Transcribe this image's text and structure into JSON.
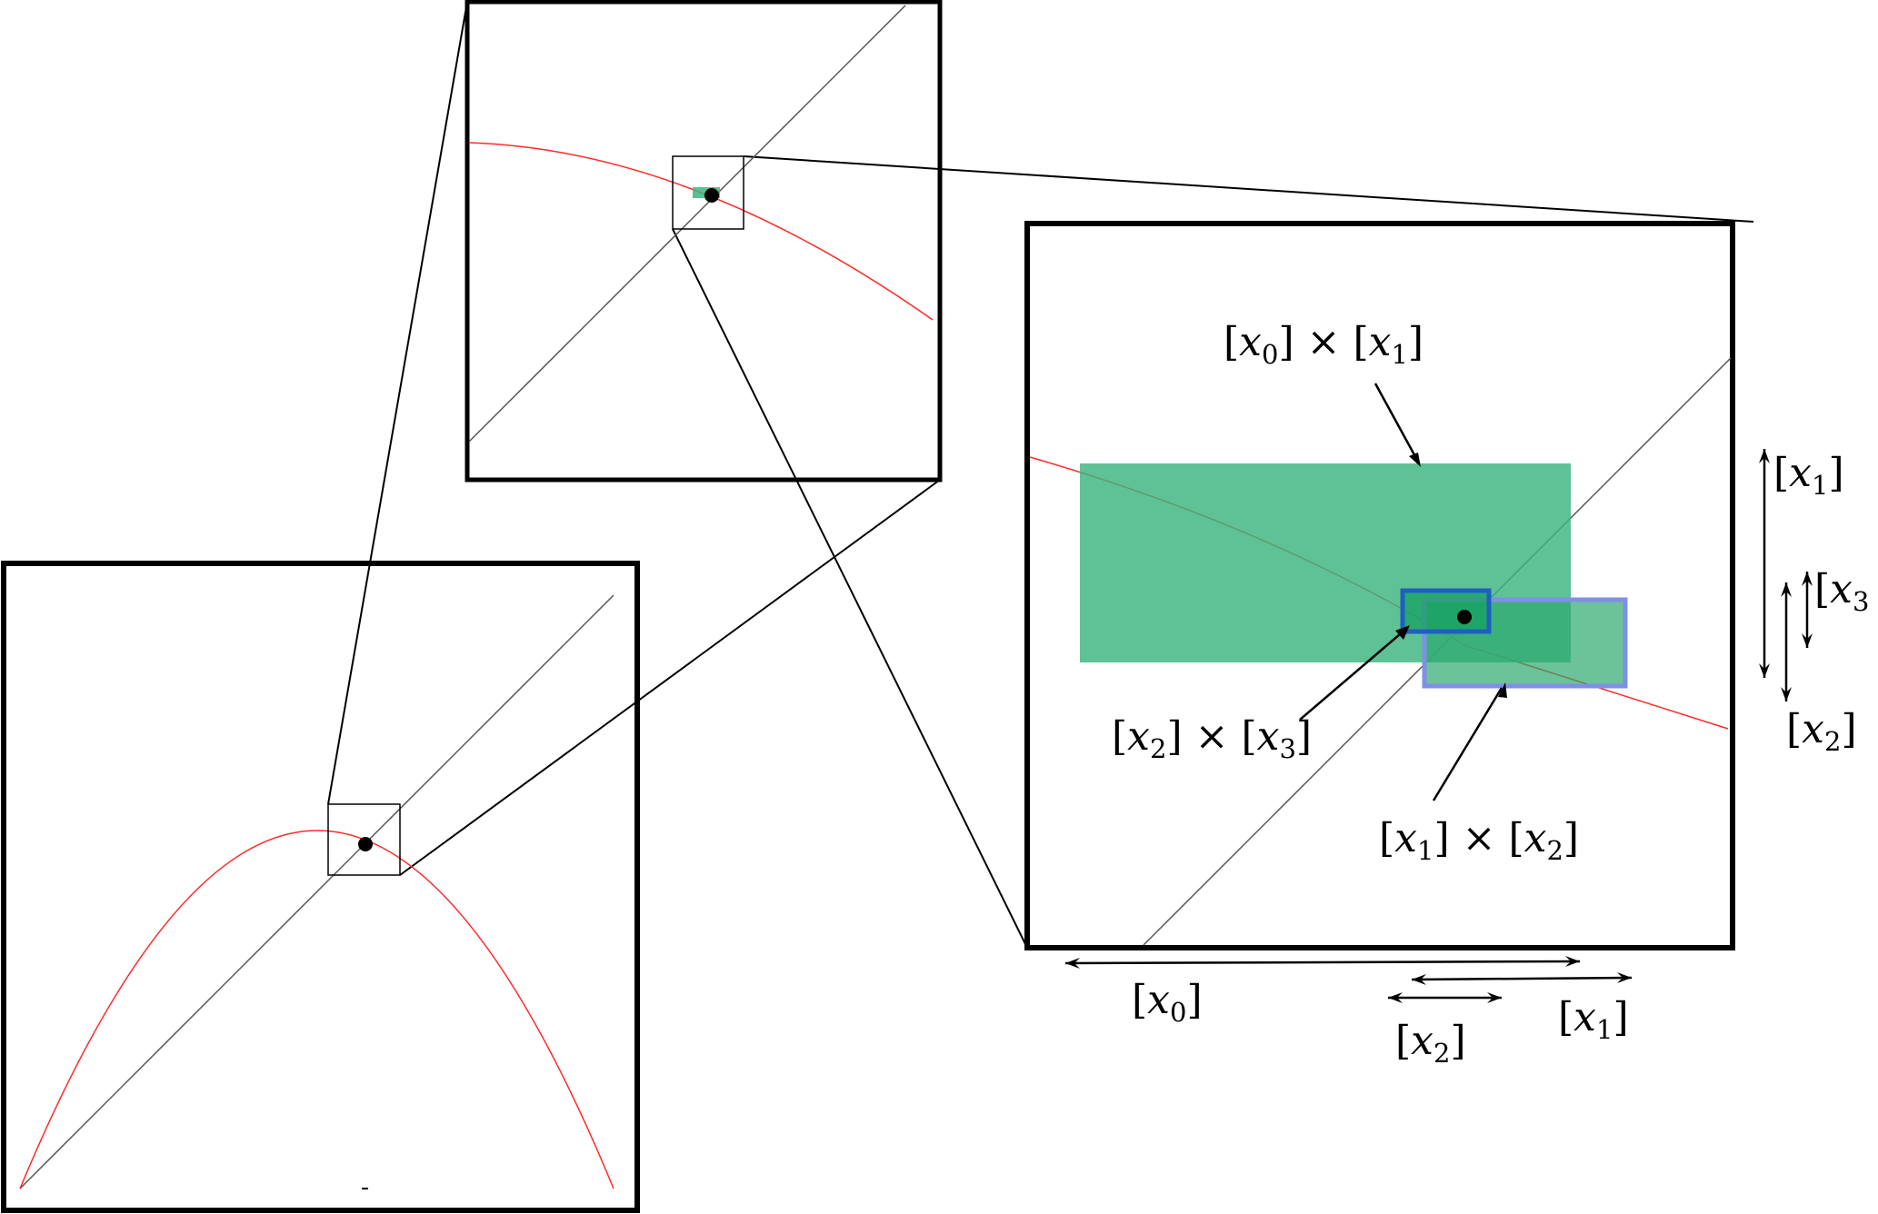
{
  "colors": {
    "frame": "#000000",
    "curve": "#ff2a2a",
    "diagonal": "#555555",
    "box_fill": "#3cb57f",
    "box_edge": "#1f5fbf",
    "highlight_fill": "#7f8fe6",
    "fixed_point": "#000000"
  },
  "labels": {
    "x0_times_x1": {
      "open": "[",
      "var": "x",
      "sub": "0",
      "close": "] × [",
      "var2": "x",
      "sub2": "1",
      "end": "]"
    },
    "x2_times_x3": {
      "open": "[",
      "var": "x",
      "sub": "2",
      "close": "] × [",
      "var2": "x",
      "sub2": "3",
      "end": "]"
    },
    "x1_times_x2": {
      "open": "[",
      "var": "x",
      "sub": "1",
      "close": "] × [",
      "var2": "x",
      "sub2": "2",
      "end": "]"
    },
    "h_x0": {
      "open": "[",
      "var": "x",
      "sub": "0",
      "end": "]"
    },
    "h_x1": {
      "open": "[",
      "var": "x",
      "sub": "1",
      "end": "]"
    },
    "h_x2": {
      "open": "[",
      "var": "x",
      "sub": "2",
      "end": "]"
    },
    "v_x1": {
      "open": "[",
      "var": "x",
      "sub": "1",
      "end": "]"
    },
    "v_x2": {
      "open": "[",
      "var": "x",
      "sub": "2",
      "end": "]"
    },
    "v_x3": {
      "open": "[",
      "var": "x",
      "sub": "3"
    }
  }
}
